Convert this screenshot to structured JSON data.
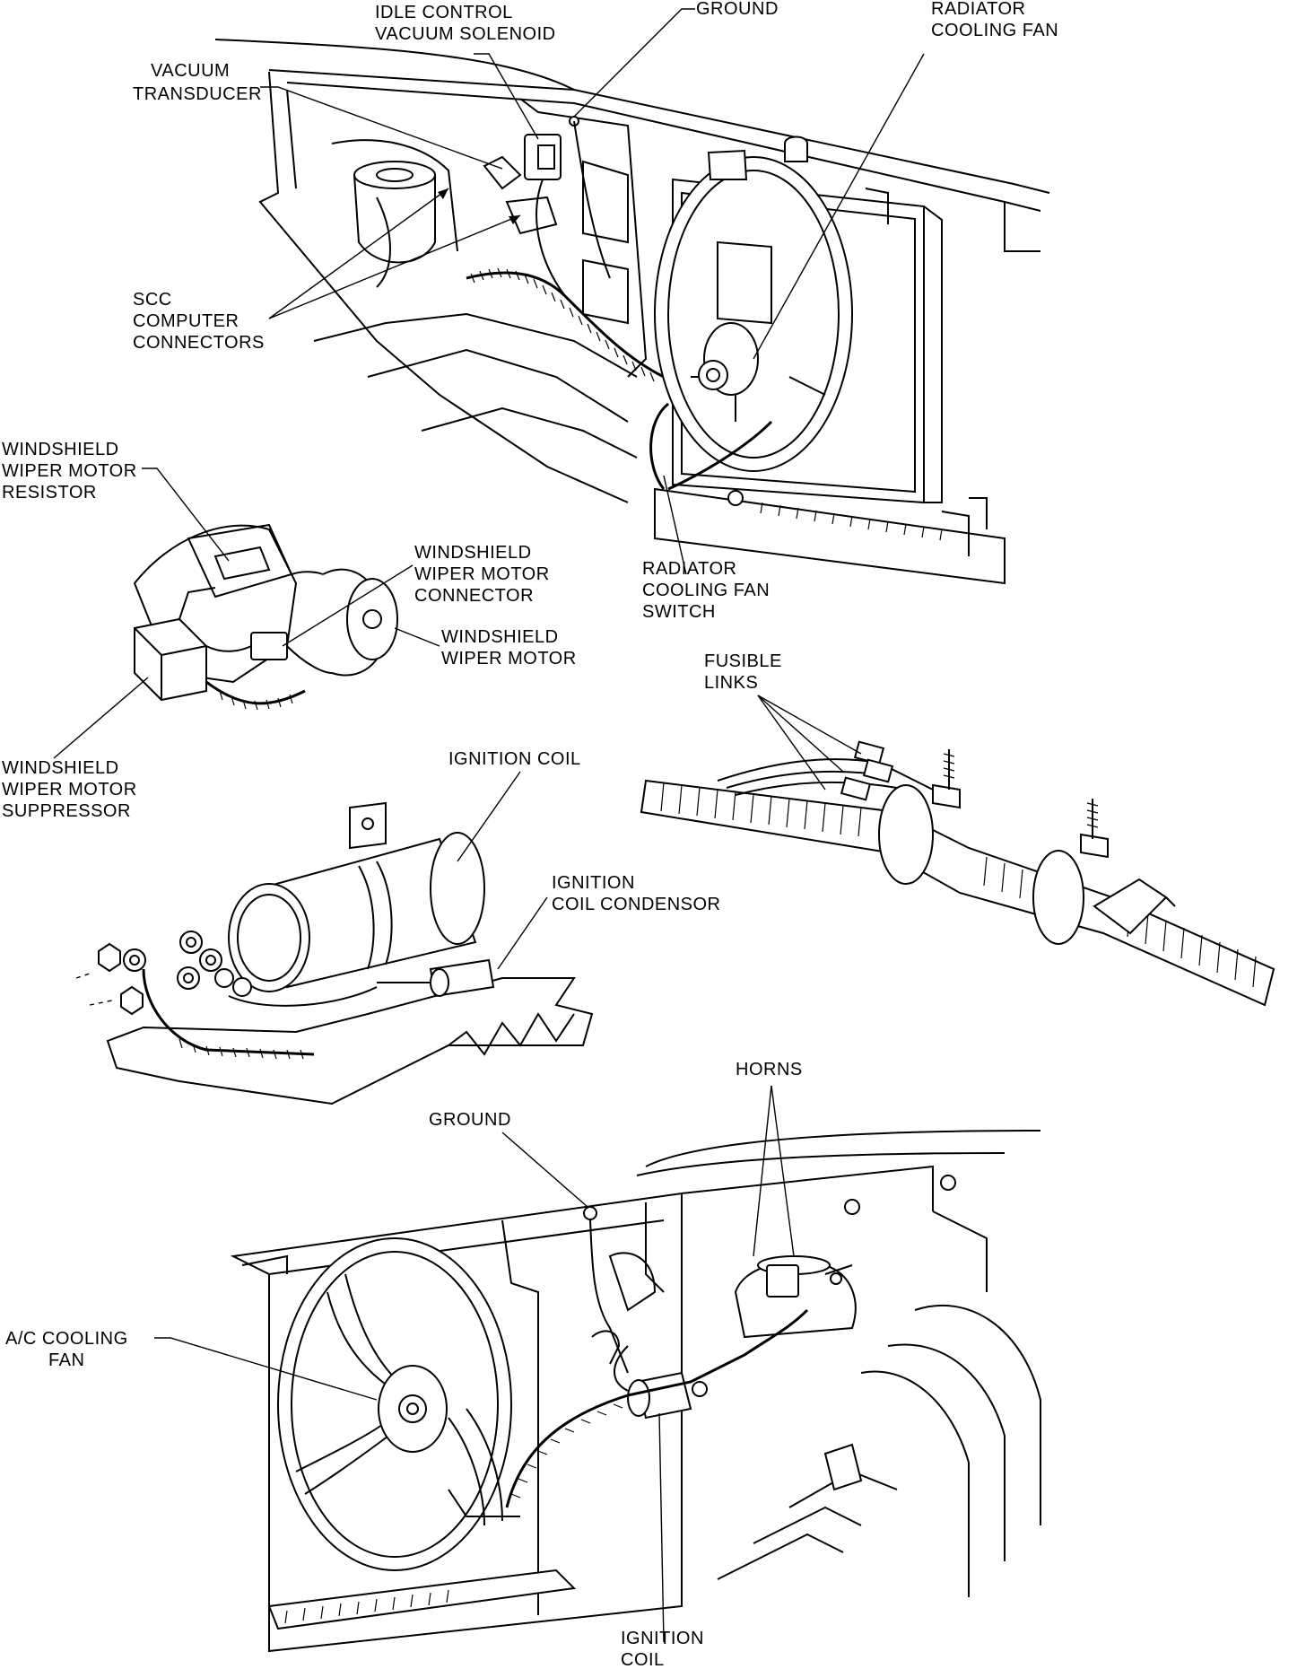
{
  "colors": {
    "ink": "#000000",
    "paper": "#ffffff"
  },
  "labels": {
    "idle_control_vacuum_solenoid": [
      "IDLE CONTROL",
      "VACUUM SOLENOID"
    ],
    "ground_top": [
      "GROUND"
    ],
    "radiator_cooling_fan": [
      "RADIATOR",
      "COOLING FAN"
    ],
    "vacuum_transducer": [
      "VACUUM",
      "TRANSDUCER"
    ],
    "scc_computer_connectors": [
      "SCC",
      "COMPUTER",
      "CONNECTORS"
    ],
    "windshield_wiper_motor_resistor": [
      "WINDSHIELD",
      "WIPER MOTOR",
      "RESISTOR"
    ],
    "windshield_wiper_motor_connector": [
      "WINDSHIELD",
      "WIPER MOTOR",
      "CONNECTOR"
    ],
    "windshield_wiper_motor": [
      "WINDSHIELD",
      "WIPER MOTOR"
    ],
    "radiator_cooling_fan_switch": [
      "RADIATOR",
      "COOLING FAN",
      "SWITCH"
    ],
    "fusible_links": [
      "FUSIBLE",
      "LINKS"
    ],
    "windshield_wiper_motor_suppressor": [
      "WINDSHIELD",
      "WIPER MOTOR",
      "SUPPRESSOR"
    ],
    "ignition_coil_top": [
      "IGNITION COIL"
    ],
    "ignition_coil_condensor": [
      "IGNITION",
      "COIL CONDENSOR"
    ],
    "horns": [
      "HORNS"
    ],
    "ground_bottom": [
      "GROUND"
    ],
    "ac_cooling_fan": [
      "A/C COOLING",
      "FAN"
    ],
    "ignition_coil_bottom": [
      "IGNITION",
      "COIL"
    ]
  }
}
